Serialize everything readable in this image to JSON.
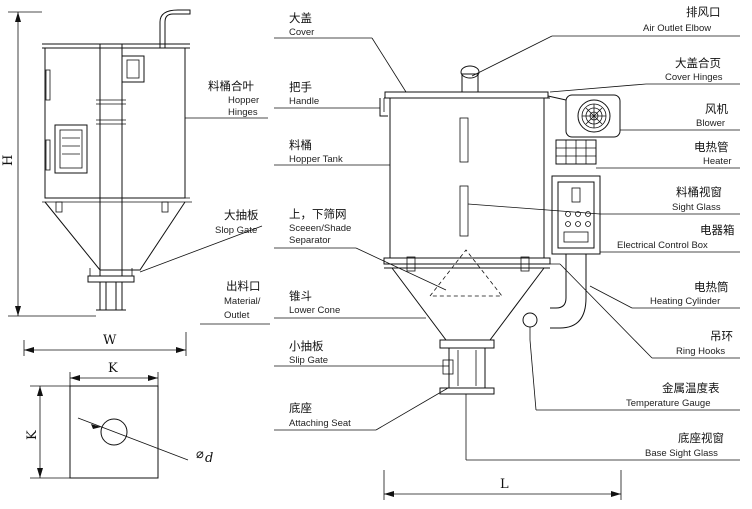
{
  "labels": {
    "cover": {
      "zh": "大盖",
      "en": "Cover"
    },
    "air_outlet_elbow": {
      "zh": "排风口",
      "en": "Air Outlet Elbow"
    },
    "hopper_hinges_left": {
      "zh": "料桶合叶",
      "en1": "Hopper",
      "en2": "Hinges"
    },
    "cover_hinges": {
      "zh": "大盖合页",
      "en": "Cover Hinges"
    },
    "handle": {
      "zh": "把手",
      "en": "Handle"
    },
    "blower": {
      "zh": "风机",
      "en": "Blower"
    },
    "hopper_tank": {
      "zh": "料桶",
      "en": "Hopper Tank"
    },
    "heater": {
      "zh": "电热管",
      "en": "Heater"
    },
    "sight_glass": {
      "zh": "料桶视窗",
      "en": "Sight Glass"
    },
    "slop_gate": {
      "zh": "大抽板",
      "en": "Slop Gate"
    },
    "separator": {
      "zh": "上，下筛网",
      "en1": "Sceeen/Shade",
      "en2": "Separator"
    },
    "electrical_box": {
      "zh": "电器箱",
      "en": "Electrical Control Box"
    },
    "material_outlet": {
      "zh": "出料口",
      "en1": "Material/",
      "en2": "Outlet"
    },
    "lower_cone": {
      "zh": "锥斗",
      "en": "Lower Cone"
    },
    "heating_cylinder": {
      "zh": "电热筒",
      "en": "Heating Cylinder"
    },
    "slip_gate": {
      "zh": "小抽板",
      "en": "Slip Gate"
    },
    "ring_hooks": {
      "zh": "吊环",
      "en": "Ring Hooks"
    },
    "temp_gauge": {
      "zh": "金属温度表",
      "en": "Temperature Gauge"
    },
    "attaching_seat": {
      "zh": "底座",
      "en": "Attaching Seat"
    },
    "base_sight_glass": {
      "zh": "底座视窗",
      "en": "Base Sight Glass"
    }
  },
  "dims": {
    "H": "H",
    "W": "W",
    "K_top": "K",
    "K_side": "K",
    "d": "d",
    "phi": "⌀",
    "L": "L"
  }
}
